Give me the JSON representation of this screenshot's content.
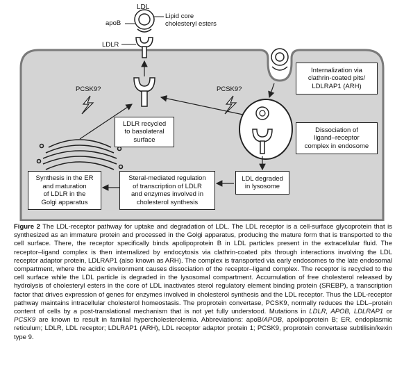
{
  "figure": {
    "labels": {
      "ldl": "LDL",
      "apob": "apoB",
      "lipid_core": "Lipid core\ncholesteryl esters",
      "ldlr": "LDLR",
      "pcsk9_left": "PCSK9?",
      "pcsk9_right": "PCSK9?"
    },
    "boxes": {
      "internalization": "Internalization via\nclathrin-coated pits/\nLDLRAP1 (ARH)",
      "recycled": "LDLR recycled\nto basolateral\nsurface",
      "dissociation": "Dissociation of\nligand–receptor\ncomplex in endosome",
      "synthesis": "Synthesis in the ER\nand maturation\nof LDLR in the\nGolgi apparatus",
      "sterol": "Steral-mediated regulation\nof transcription of LDLR\nand enzymes involved in\ncholesterol synthesis",
      "degraded": "LDL degraded\nin lysosome"
    },
    "colors": {
      "cytoplasm": "#d4d4d4",
      "membrane": "#7a7a7a",
      "outline": "#222222",
      "cell_fill": "#ffffff"
    }
  },
  "caption": {
    "heading": "Figure 2",
    "p1": " The LDL-receptor pathway for uptake and degradation of LDL. The LDL receptor is a cell-surface glycoprotein that is synthesized as an immature protein and processed in the Golgi apparatus, producing the mature form that is transported to the cell surface. There, the receptor specifically binds apolipoprotein B in LDL particles present in the extracellular fluid. The receptor–ligand complex is then internalized by endocytosis via clathrin-coated pits through interactions involving the LDL receptor adaptor protein, LDLRAP1 (also known as ARH). The complex is transported via early endosomes to the late endosomal compartment, where the acidic environment causes dissociation of the receptor–ligand complex. The receptor is recycled to the cell surface while the LDL particle is degraded in the lysosomal compartment. Accumulation of free cholesterol released by hydrolysis of cholesteryl esters in the core of LDL inactivates sterol regulatory element binding protein (SREBP), a transcription factor that drives expression of genes for enzymes involved in cholesterol synthesis and the LDL receptor. Thus the LDL-receptor pathway maintains intracellular cholesterol homeostasis. The proprotein convertase, PCSK9, normally reduces the LDL–protein content of cells by a post-translational mechanism that is not yet fully understood. Mutations in ",
    "genes1": "LDLR, APOB, LDLRAP1",
    "p2": " or ",
    "genes2": "PCSK9",
    "p3": " are known to result in familial hypercholesterolemia. Abbreviations: apoB/",
    "genes3": "APOB",
    "p4": ", apolipoprotein B; ER, endoplasmic reticulum; LDLR, LDL receptor; LDLRAP1 (ARH), LDL receptor adaptor protein 1; PCSK9, proprotein convertase subtilisin/kexin type 9."
  }
}
